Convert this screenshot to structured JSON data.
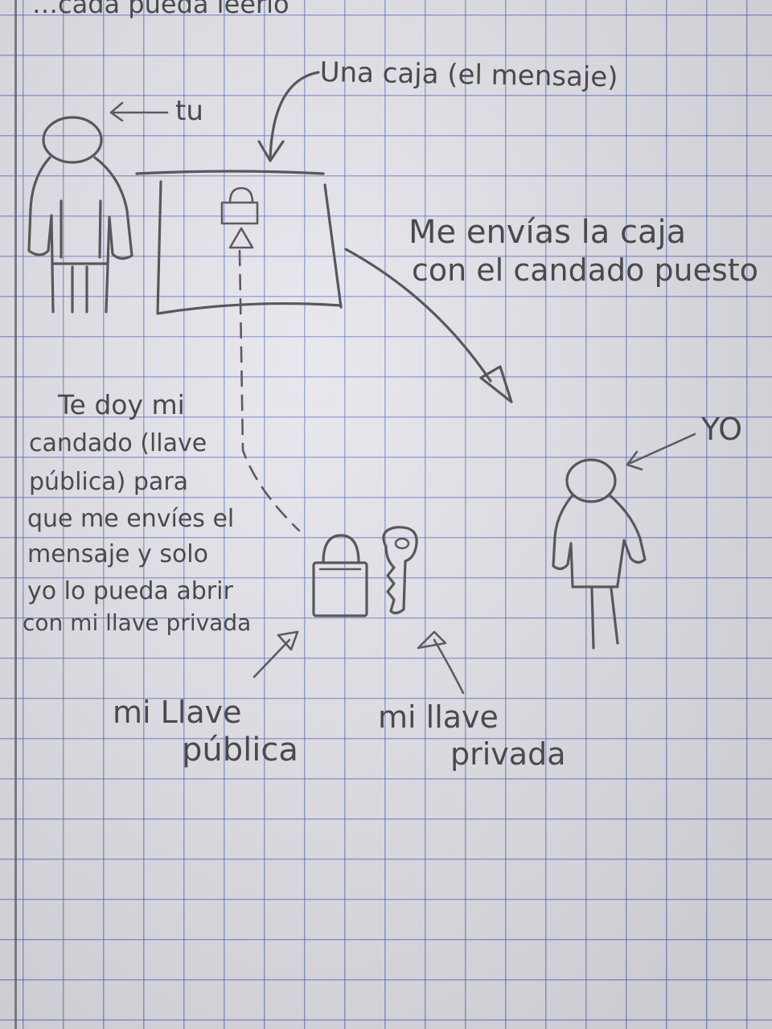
{
  "page": {
    "paper": "notebook grid paper",
    "ink_color": "#4a4a4c",
    "grid_color": "#5a6fbf"
  },
  "texts": {
    "top_cut": "…cada pueda leerlo",
    "tu": "tu",
    "caja": "Una caja (el mensaje)",
    "enviar_1": "Me envías la caja",
    "enviar_2": "con el candado puesto",
    "yo": "YO",
    "explanation": [
      "Te doy mi",
      "candado (llave",
      "pública) para",
      "que me envíes el",
      "mensaje y solo",
      "yo lo pueda abrir",
      "con mi llave privada"
    ],
    "public_key_1": "mi Llave",
    "public_key_2": "pública",
    "private_key_1": "mi llave",
    "private_key_2": "privada"
  },
  "icons": [
    "person-tu-icon",
    "box-icon",
    "padlock-on-box-icon",
    "padlock-icon",
    "key-icon",
    "person-yo-icon"
  ]
}
